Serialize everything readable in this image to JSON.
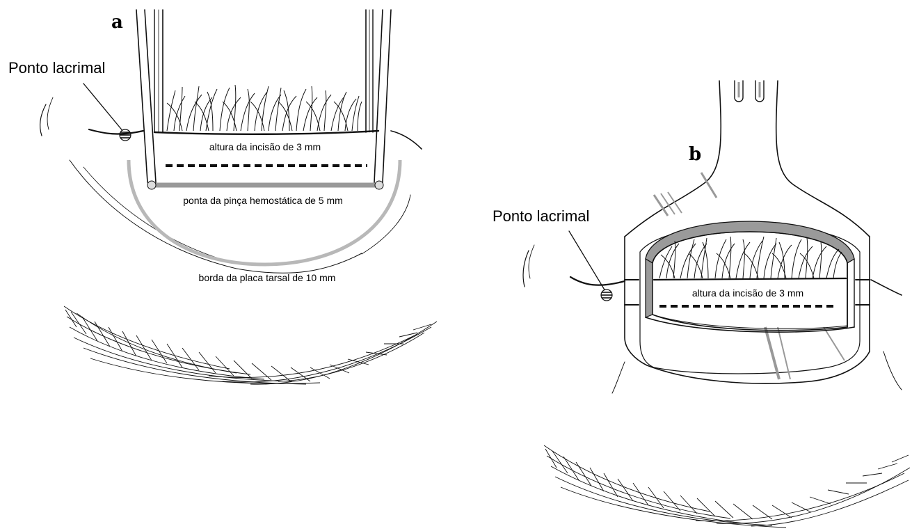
{
  "panel_a": {
    "letter": "a",
    "lacrimal_label": "Ponto lacrimal",
    "incision_label": "altura da incisão de 3 mm",
    "hemostat_label": "ponta da pinça hemostática de 5 mm",
    "tarsal_label": "borda da placa tarsal de 10 mm"
  },
  "panel_b": {
    "letter": "b",
    "lacrimal_label": "Ponto lacrimal",
    "incision_label": "altura da incisão de 3 mm"
  }
}
